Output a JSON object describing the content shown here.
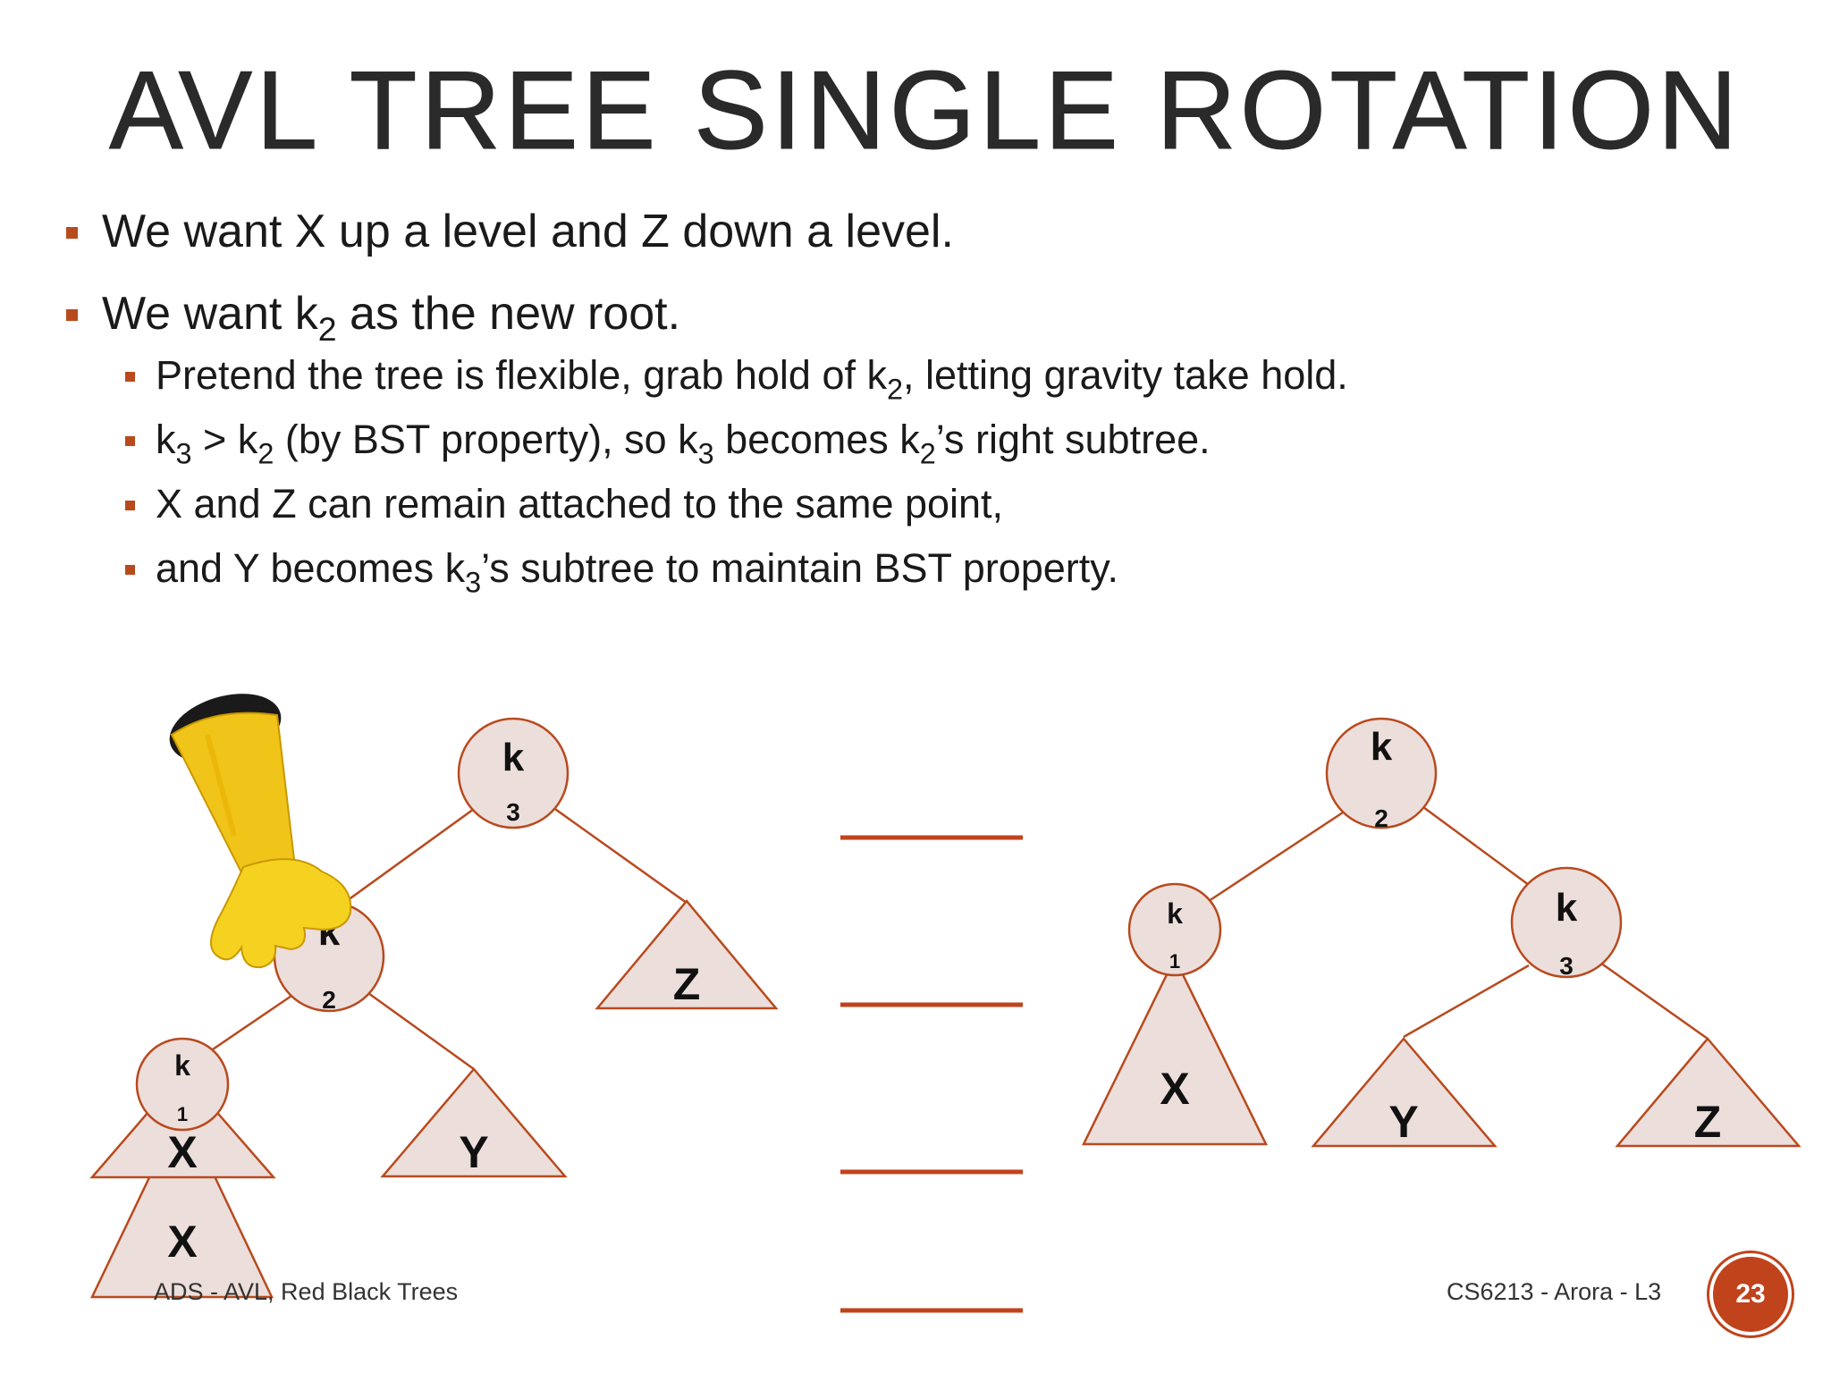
{
  "slide": {
    "title": "AVL TREE SINGLE ROTATION",
    "bullets": [
      {
        "text": "We want X up a level and Z down a level."
      },
      {
        "pre": "We want k",
        "sub": "2",
        "post": " as the new root."
      }
    ],
    "subbullets": [
      {
        "a": "Pretend the tree is flexible, grab hold of k",
        "s1": "2",
        "b": ", letting gravity take hold."
      },
      {
        "a": "k",
        "s1": "3",
        "b": " > k",
        "s2": "2",
        "c": " (by BST property), so k",
        "s3": "3",
        "d": " becomes k",
        "s4": "2",
        "e": "’s right subtree."
      },
      {
        "a": "X and Z can remain attached to the same point,"
      },
      {
        "a": "and Y becomes k",
        "s1": "3",
        "b": "’s subtree to maintain BST property."
      }
    ]
  },
  "left_tree": {
    "nodes": [
      {
        "k": "k",
        "n": "3"
      },
      {
        "k": "k",
        "n": "2"
      },
      {
        "k": "k",
        "n": "1"
      }
    ],
    "subtrees": [
      "Z",
      "Y",
      "X",
      "X"
    ]
  },
  "right_tree": {
    "nodes": [
      {
        "k": "k",
        "n": "2"
      },
      {
        "k": "k",
        "n": "1"
      },
      {
        "k": "k",
        "n": "3"
      }
    ],
    "subtrees": [
      "X",
      "Y",
      "Z"
    ]
  },
  "footer": {
    "left": "ADS - AVL, Red Black Trees",
    "right": "CS6213 - Arora - L3",
    "page": "23"
  },
  "colors": {
    "accent": "#c0431c",
    "node_fill": "#ecdedb",
    "edge": "#b84a1e"
  }
}
